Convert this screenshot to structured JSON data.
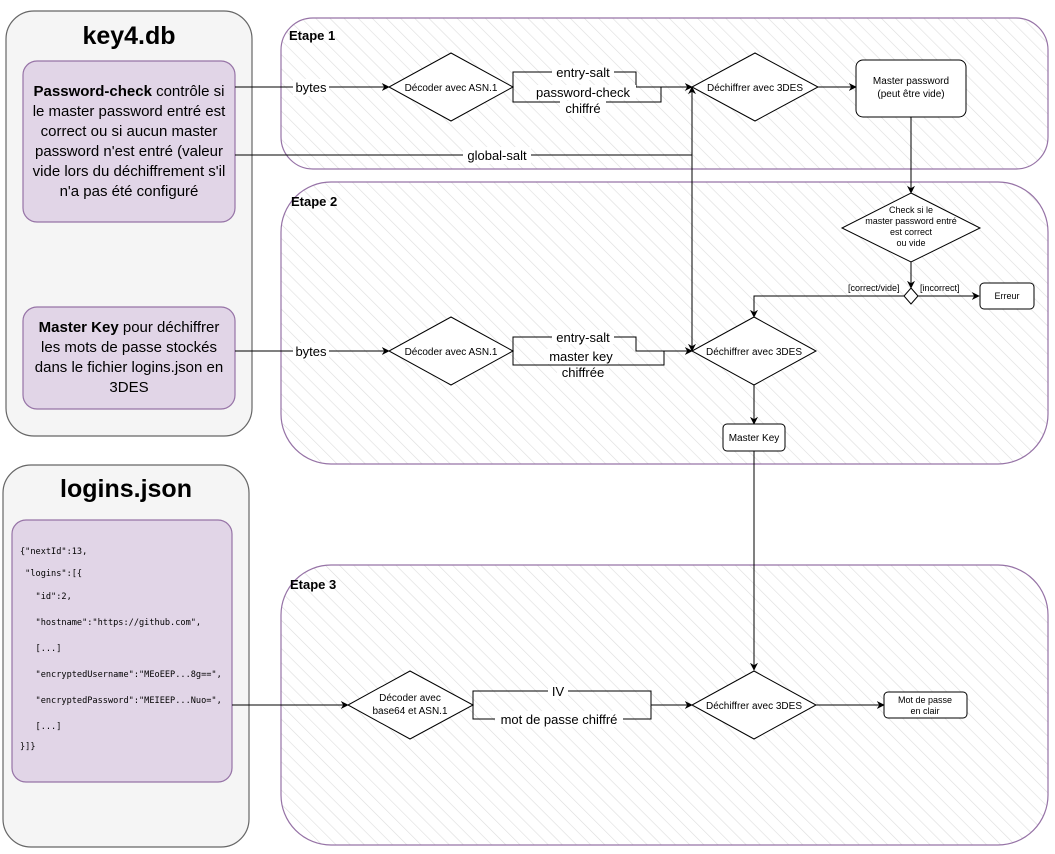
{
  "panels": {
    "key4db_title": "key4.db",
    "logins_title": "logins.json"
  },
  "descriptions": {
    "password_check_bold": "Password-check",
    "password_check_text": " contrôle si le master password entré est correct ou si aucun master password n'est entré (valeur vide lors du déchiffrement s'il n'a pas été configuré",
    "master_key_bold": "Master Key",
    "master_key_text": " pour déchiffrer les mots de passe stockés dans le fichier logins.json en 3DES"
  },
  "logins_json": [
    "{\"nextId\":13,",
    " \"logins\":[{",
    "   \"id\":2,",
    "   \"hostname\":\"https://github.com\",",
    "   [...]",
    "   \"encryptedUsername\":\"MEoEEP...8g==\",",
    "   \"encryptedPassword\":\"MEIEEP...Nuo=\",",
    "   [...]",
    "}]}"
  ],
  "stages": {
    "stage1": "Etape 1",
    "stage2": "Etape 2",
    "stage3": "Etape 3"
  },
  "nodes": {
    "decode_asn1_1": "Décoder avec ASN.1",
    "decrypt_3des_1": "Déchiffrer avec 3DES",
    "master_password_line1": "Master password",
    "master_password_line2": "(peut être vide)",
    "check_line1": "Check si le",
    "check_line2": "master password entré",
    "check_line3": "est correct",
    "check_line4": "ou vide",
    "error": "Erreur",
    "decode_asn1_2": "Décoder avec ASN.1",
    "decrypt_3des_2": "Déchiffrer avec 3DES",
    "master_key": "Master Key",
    "decode_base64_line1": "Décoder avec",
    "decode_base64_line2": "base64 et ASN.1",
    "decrypt_3des_3": "Déchiffrer avec 3DES",
    "plaintext_line1": "Mot de passe",
    "plaintext_line2": "en clair"
  },
  "labels": {
    "bytes_1": "bytes",
    "bytes_2": "bytes",
    "global_salt": "global-salt",
    "entry_salt_1": "entry-salt",
    "password_check_encrypted_1": "password-check",
    "password_check_encrypted_2": "chiffré",
    "entry_salt_2": "entry-salt",
    "master_key_encrypted_1": "master key",
    "master_key_encrypted_2": "chiffrée",
    "iv": "IV",
    "encrypted_password": "mot de passe chiffré",
    "guard_correct": "[correct/vide]",
    "guard_incorrect": "[incorrect]"
  },
  "colors": {
    "panel_fill": "#f5f5f5",
    "panel_stroke": "#666666",
    "box_fill": "#e1d5e7",
    "box_stroke": "#9673a6",
    "stage_stroke": "#9673a6",
    "hatch": "#dddddd",
    "line": "#000000"
  }
}
